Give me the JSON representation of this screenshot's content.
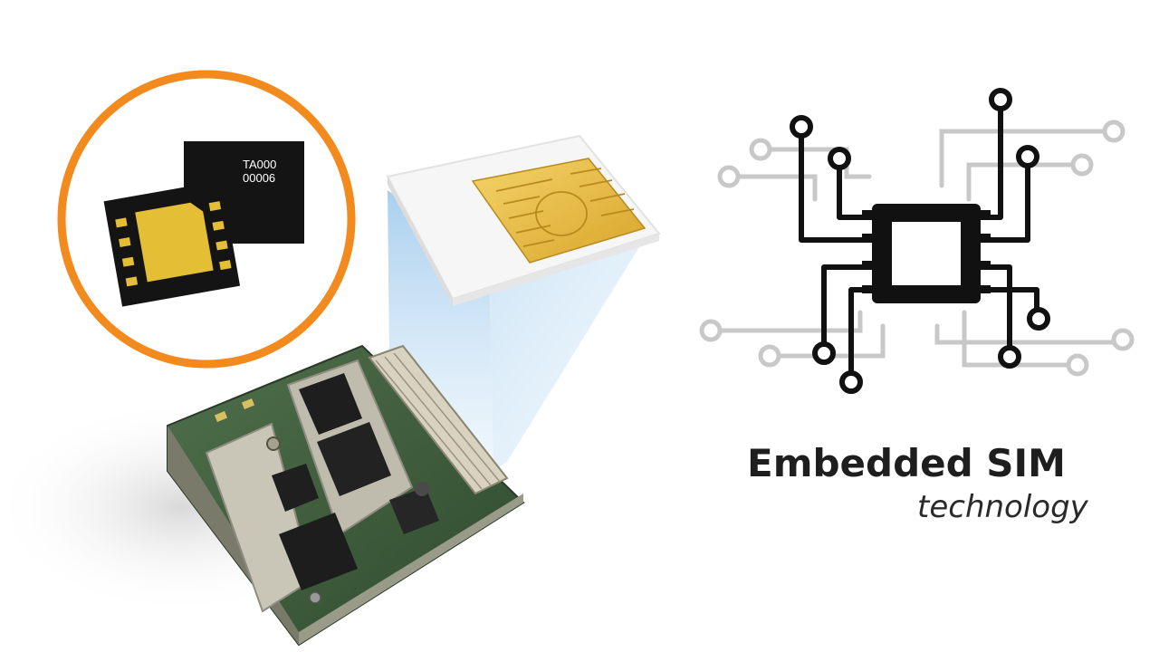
{
  "title": {
    "main": "Embedded SIM",
    "sub": "technology"
  },
  "chip_label": {
    "line1": "TA000",
    "line2": "00006"
  },
  "colors": {
    "accent_ring": "#f28a1e",
    "sim_contact": "#e2b53a",
    "chip_gold": "#e4be34",
    "chip_body": "#141414",
    "circuit_dark": "#111111",
    "circuit_light": "#c8c8c8",
    "beam": "#bcd9f0",
    "pcb": "#3d5a3a"
  }
}
